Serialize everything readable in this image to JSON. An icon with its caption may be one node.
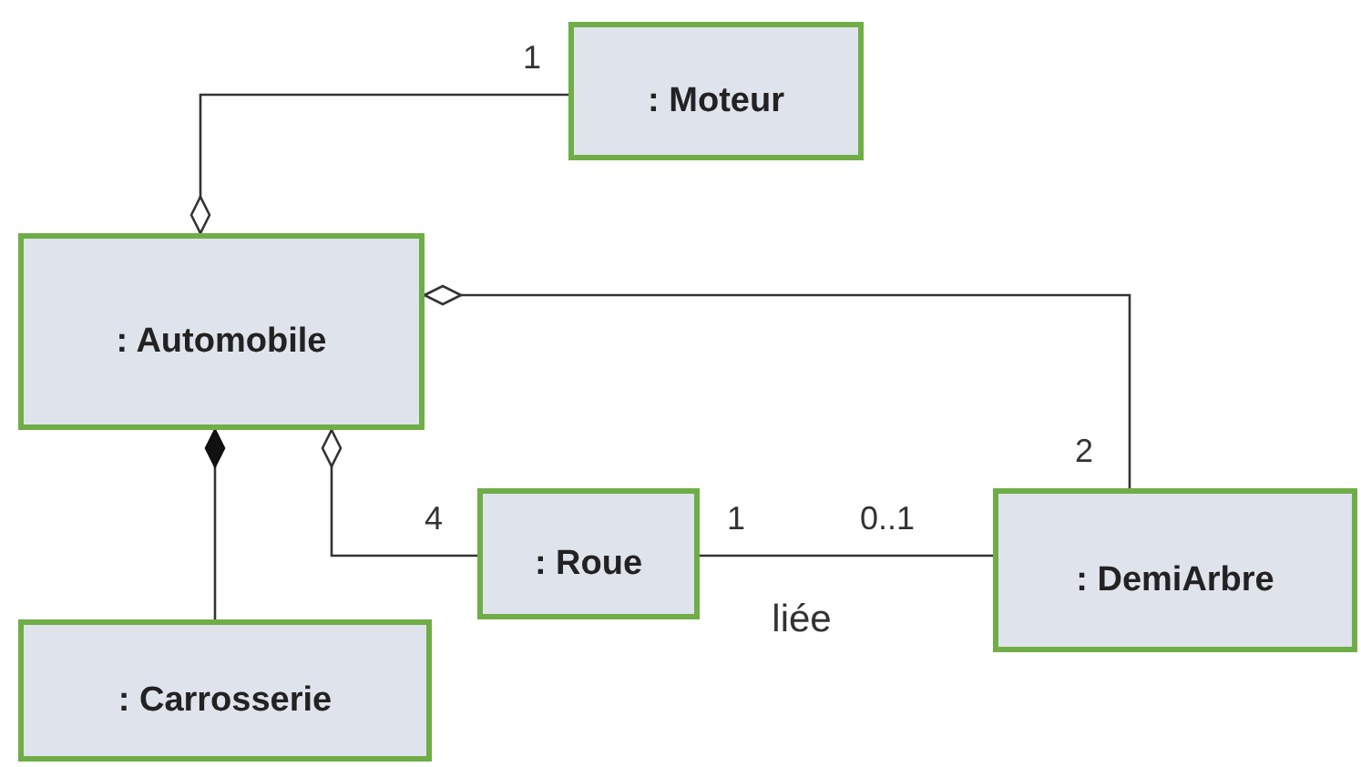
{
  "diagram": {
    "nodes": [
      {
        "text": [
          ": Moteur"
        ]
      },
      {
        "text": [
          ": Automobile"
        ]
      },
      {
        "text": [
          ": Roue"
        ]
      },
      {
        "text": [
          ": DemiArbre"
        ]
      },
      {
        "text": [
          ": Carrosserie"
        ]
      }
    ],
    "edges": [
      {
        "from": 1,
        "to": 0,
        "arrow": "other"
      },
      {
        "from": 1,
        "to": 3,
        "arrow": "other"
      },
      {
        "from": 1,
        "to": 4,
        "arrow": "other"
      },
      {
        "from": 1,
        "to": 2,
        "arrow": "other"
      },
      {
        "from": 2,
        "to": 3,
        "arrow": "none",
        "label": "liée"
      }
    ],
    "labels": [
      "1",
      "2",
      "4",
      "1",
      "0..1"
    ]
  }
}
